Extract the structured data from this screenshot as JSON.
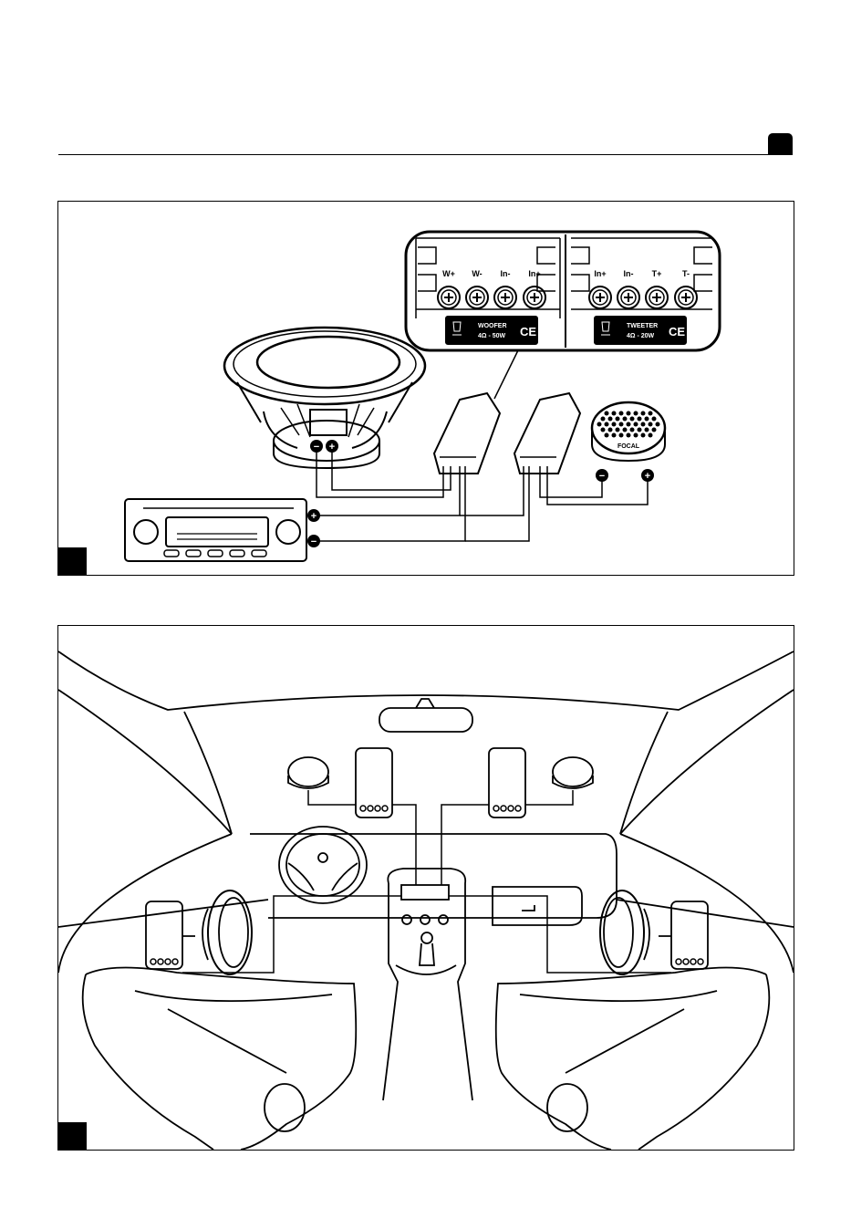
{
  "terminal_labels": {
    "woofer_side": [
      "W+",
      "W-",
      "In-",
      "In+"
    ],
    "tweeter_side": [
      "In+",
      "In-",
      "T+",
      "T-"
    ]
  },
  "crossover_plates": {
    "woofer": {
      "name": "WOOFER",
      "spec": "4Ω - 50W",
      "ce": "CE"
    },
    "tweeter": {
      "name": "TWEETER",
      "spec": "4Ω - 20W",
      "ce": "CE"
    }
  },
  "tweeter_brand": "FOCAL",
  "polarity": {
    "plus": "+",
    "minus": "−"
  },
  "icons": [
    "recycle-bin-icon",
    "ce-mark-icon",
    "focal-logo-icon",
    "plus-terminal-icon",
    "minus-terminal-icon"
  ]
}
